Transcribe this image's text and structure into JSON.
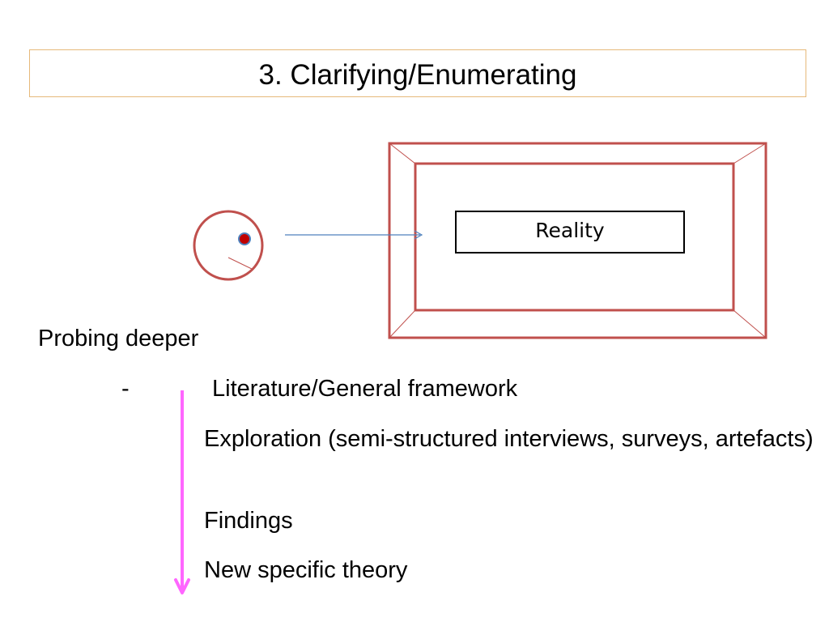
{
  "title": "3. Clarifying/Enumerating",
  "diagram": {
    "reality_label": "Reality",
    "colors": {
      "frame": "#c0504d",
      "connector_arrow": "#4f81bd",
      "progression_arrow": "#ff66ff",
      "dot_fill": "#c00000",
      "dot_outline": "#4f81bd"
    }
  },
  "list": {
    "heading": "Probing deeper",
    "bullet": "-",
    "items": [
      "Literature/General framework",
      "Exploration (semi-structured interviews, surveys, artefacts)",
      "Findings",
      "New specific theory"
    ]
  }
}
